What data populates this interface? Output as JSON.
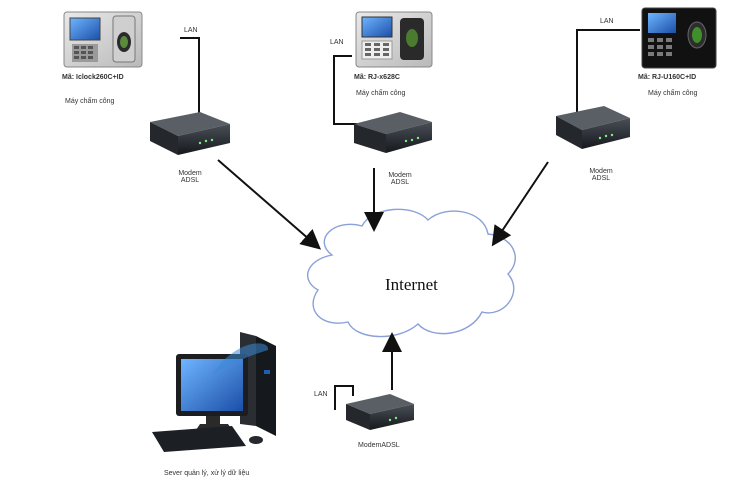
{
  "devices": [
    {
      "model": "Mã: Iclock260C+ID",
      "caption": "Máy chấm công"
    },
    {
      "model": "Mã: RJ-x628C",
      "caption": "Máy chấm công"
    },
    {
      "model": "Mã: RJ-U160C+ID",
      "caption": "Máy chấm công"
    }
  ],
  "modems": [
    {
      "line1": "Modem",
      "line2": "ADSL"
    },
    {
      "line1": "Modem",
      "line2": "ADSL"
    },
    {
      "line1": "Modem",
      "line2": "ADSL"
    },
    {
      "line1": "ModemADSL"
    }
  ],
  "lan_labels": [
    "LAN",
    "LAN",
    "LAN",
    "LAN"
  ],
  "cloud": {
    "label": "Internet"
  },
  "server": {
    "caption": "Sever quản lý, xử lý dữ liệu"
  }
}
